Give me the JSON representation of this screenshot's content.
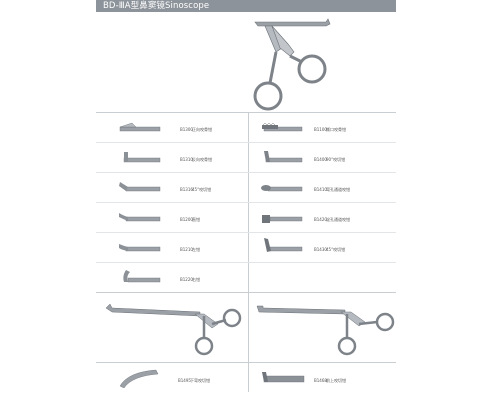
{
  "header": {
    "title": "BD-ⅢA型鼻窦镜Sinoscope"
  },
  "items": [
    {
      "code": "B1300",
      "name": "正向咬骨钳"
    },
    {
      "code": "B1100",
      "name": "撕口咬骨钳"
    },
    {
      "code": "B1310",
      "name": "反向咬骨钳"
    },
    {
      "code": "B1400",
      "name": "90°咬切钳"
    },
    {
      "code": "B1316",
      "name": "45°咬切钳"
    },
    {
      "code": "B1410",
      "name": "弯孔通道咬钳"
    },
    {
      "code": "B1200",
      "name": "直钳"
    },
    {
      "code": "B1420",
      "name": "淀孔通道咬钳"
    },
    {
      "code": "B1210",
      "name": "左钳"
    },
    {
      "code": "B1430",
      "name": "45°咬切钳"
    },
    {
      "code": "B1220",
      "name": "右钳"
    }
  ],
  "bottom": [
    {
      "code": "B1495",
      "name": "下弯咬切钳"
    },
    {
      "code": "B1468",
      "name": "前上咬切钳"
    }
  ]
}
